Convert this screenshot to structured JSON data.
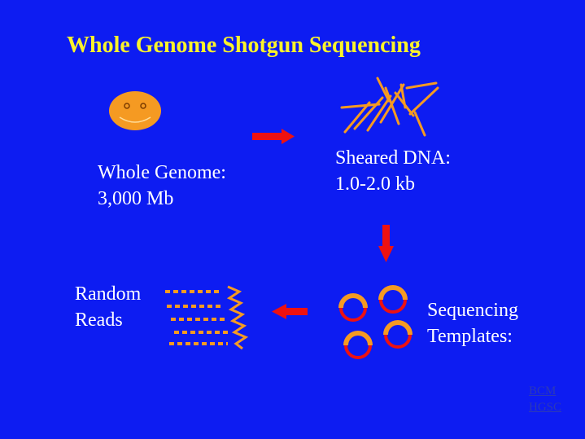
{
  "slide": {
    "title": "Whole Genome Shotgun Sequencing",
    "genome_label": [
      "Whole Genome:",
      "3,000 Mb"
    ],
    "sheared_label": [
      "Sheared DNA:",
      "1.0-2.0 kb"
    ],
    "reads_label": [
      "Random",
      "Reads"
    ],
    "templates_label": [
      "Sequencing",
      "Templates:"
    ],
    "credit": [
      "BCM",
      "HGSC"
    ]
  },
  "colors": {
    "background": "#0d1cf2",
    "title": "#fbf32a",
    "orange": "#f59a22",
    "red": "#ee1111",
    "text": "#ffffff"
  },
  "icons": {
    "genome": "smiley-face-icon",
    "flow": "red-arrow-icon"
  }
}
